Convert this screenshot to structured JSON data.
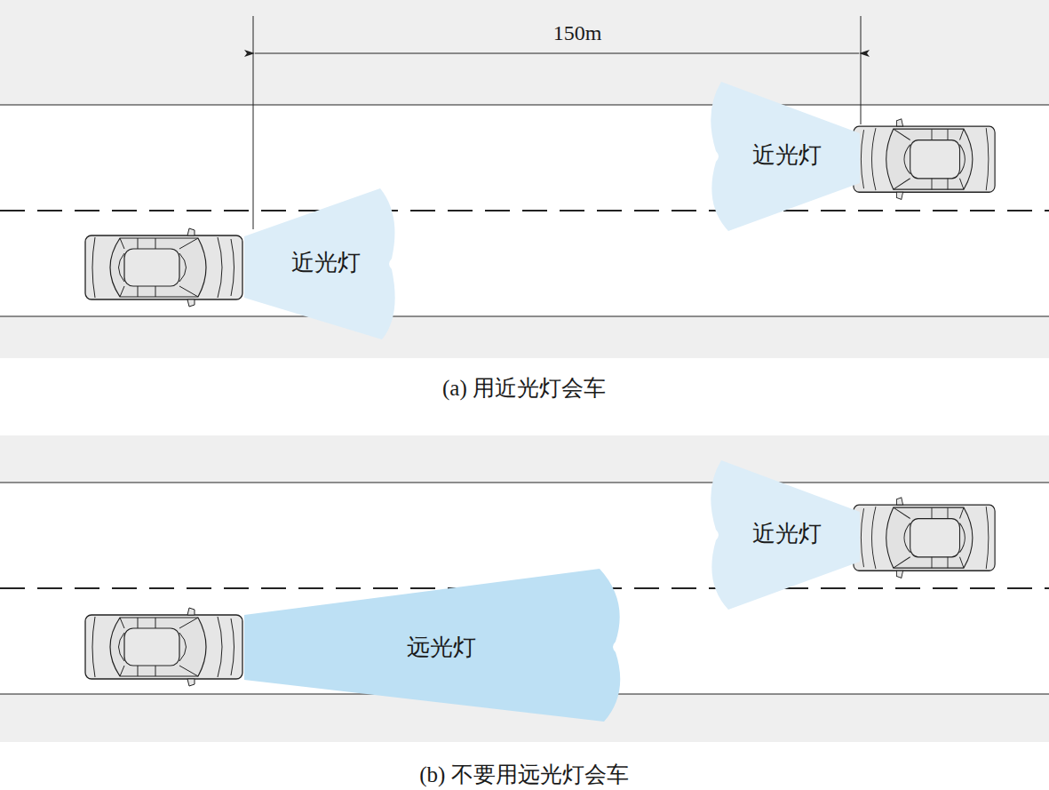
{
  "diagram": {
    "nodes": [
      {
        "text": [
          "近光灯"
        ]
      },
      {
        "text": [
          "近光灯"
        ]
      },
      {
        "text": [
          "近光灯"
        ]
      },
      {
        "text": [
          "远光灯"
        ]
      }
    ],
    "labels": [
      "150m",
      "(a) 用近光灯会车",
      "(b) 不要用远光灯会车"
    ]
  }
}
